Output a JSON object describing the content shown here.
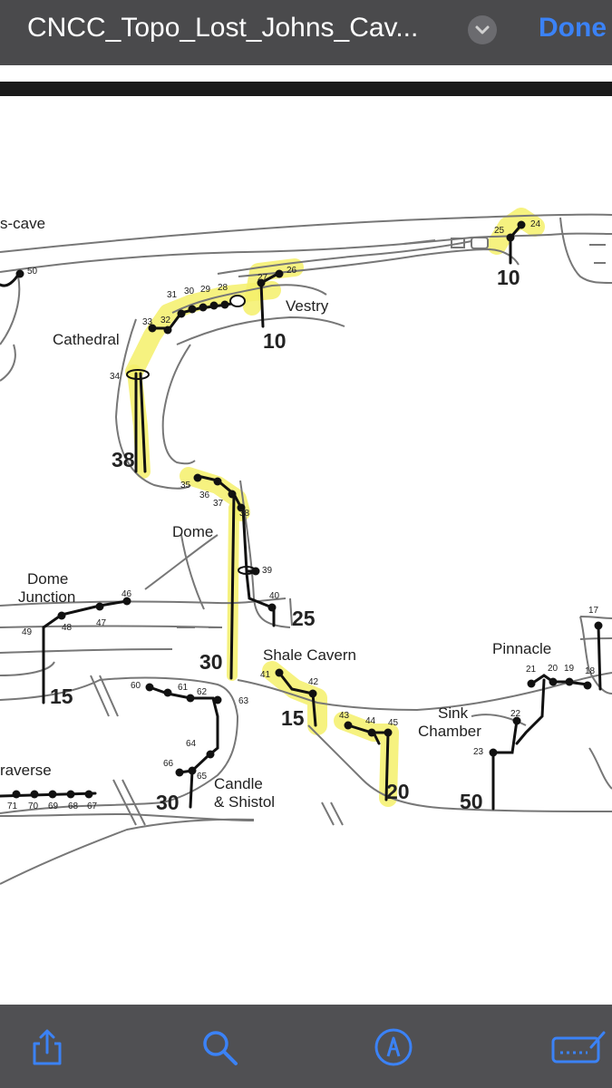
{
  "header": {
    "title": "CNCC_Topo_Lost_Johns_Cav...",
    "done_label": "Done",
    "chevron_icon": "chevron-down-icon"
  },
  "colors": {
    "highlight": "#f4f06a",
    "accent": "#3b82f6",
    "bar": "#4a4a4c"
  },
  "map": {
    "place_labels": {
      "cave": "s-cave",
      "vestry": "Vestry",
      "cathedral": "Cathedral",
      "dome": "Dome",
      "dome_junction_1": "Dome",
      "dome_junction_2": "Junction",
      "shale": "Shale Cavern",
      "pinnacle": "Pinnacle",
      "sink_1": "Sink",
      "sink_2": "Chamber",
      "traverse": "raverse",
      "candle_1": "Candle",
      "candle_2": "& Shistol"
    },
    "pitch_depths": {
      "d10_right": "10",
      "d10_vestry": "10",
      "d38": "38",
      "d25": "25",
      "d30": "30",
      "d15_left": "15",
      "d15_shale": "15",
      "d20": "20",
      "d50": "50",
      "d30_candle": "30"
    },
    "station_numbers": {
      "s50": "50",
      "s25": "25",
      "s24": "24",
      "s27": "27",
      "s26": "26",
      "s31": "31",
      "s30": "30",
      "s29": "29",
      "s28": "28",
      "s33": "33",
      "s32": "32",
      "s34": "34",
      "s35": "35",
      "s36": "36",
      "s37": "37",
      "s38": "38",
      "s39": "39",
      "s40": "40",
      "s46": "46",
      "s47": "47",
      "s49": "49",
      "s48": "48",
      "s41": "41",
      "s42": "42",
      "s43": "43",
      "s44": "44",
      "s45": "45",
      "s60": "60",
      "s61": "61",
      "s62": "62",
      "s63": "63",
      "s64": "64",
      "s66": "66",
      "s65": "65",
      "s17": "17",
      "s21": "21",
      "s20": "20",
      "s19": "19",
      "s18": "18",
      "s22": "22",
      "s23": "23",
      "s71": "71",
      "s70": "70",
      "s69": "69",
      "s68": "68",
      "s67": "67"
    }
  },
  "toolbar": {
    "icons": [
      "share-icon",
      "search-icon",
      "markup-icon",
      "signature-icon"
    ]
  }
}
